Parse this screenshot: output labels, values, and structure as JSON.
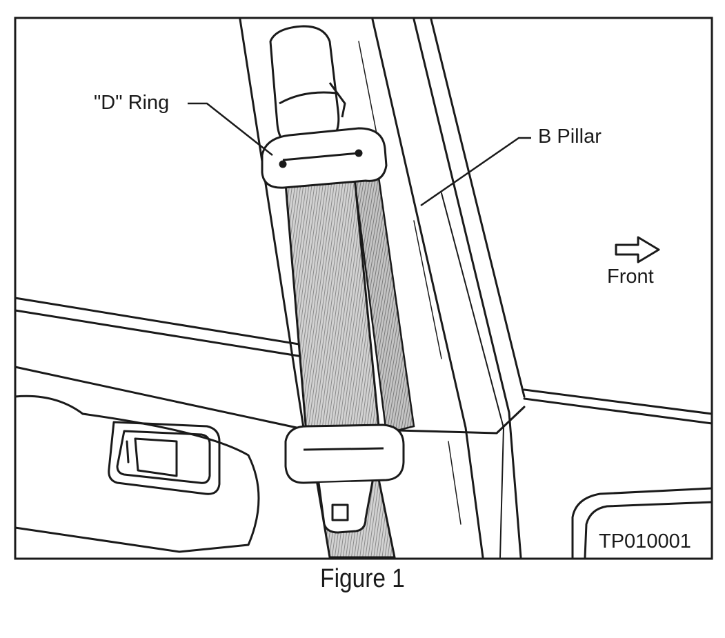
{
  "labels": {
    "d_ring": "\"D\" Ring",
    "b_pillar": "B Pillar",
    "front": "Front",
    "figure_id": "TP010001"
  },
  "caption": "Figure 1",
  "colors": {
    "ink": "#1a1a1a",
    "paper": "#ffffff",
    "webbing": "#bdbdbd",
    "webbing_side": "#a9a9a9"
  }
}
